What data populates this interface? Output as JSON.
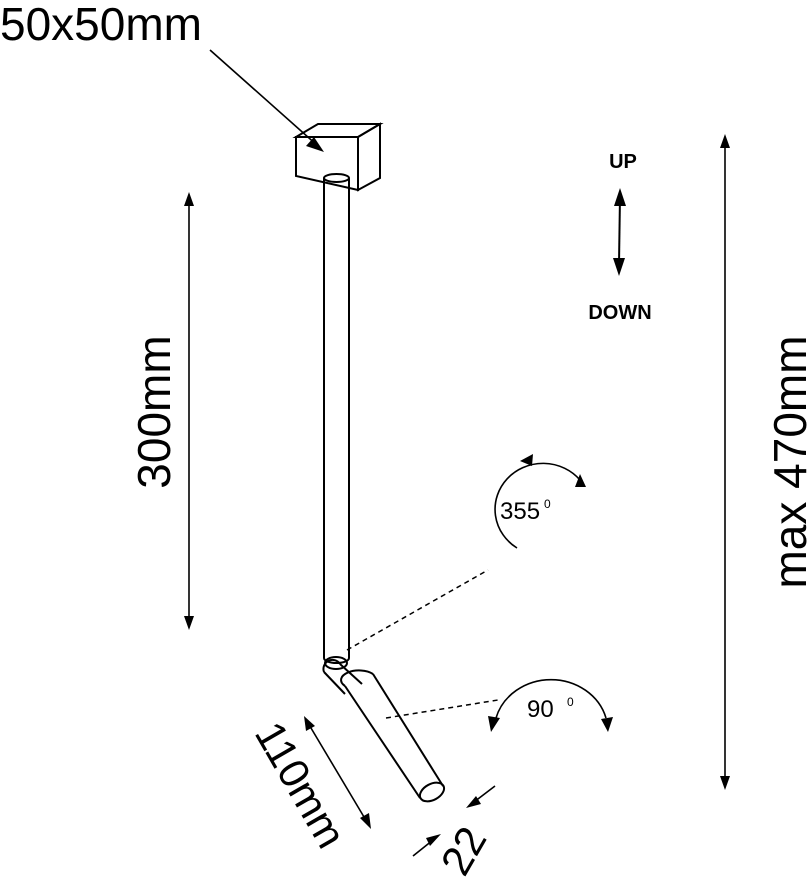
{
  "labels": {
    "mount_size": "50x50mm",
    "rod_length": "300mm",
    "max_height": "max 470mm",
    "head_length": "110mm",
    "head_diameter": "22",
    "up": "UP",
    "down": "DOWN",
    "rotation_value": "355",
    "rotation_unit": "0",
    "tilt_value": "90",
    "tilt_unit": "0"
  }
}
